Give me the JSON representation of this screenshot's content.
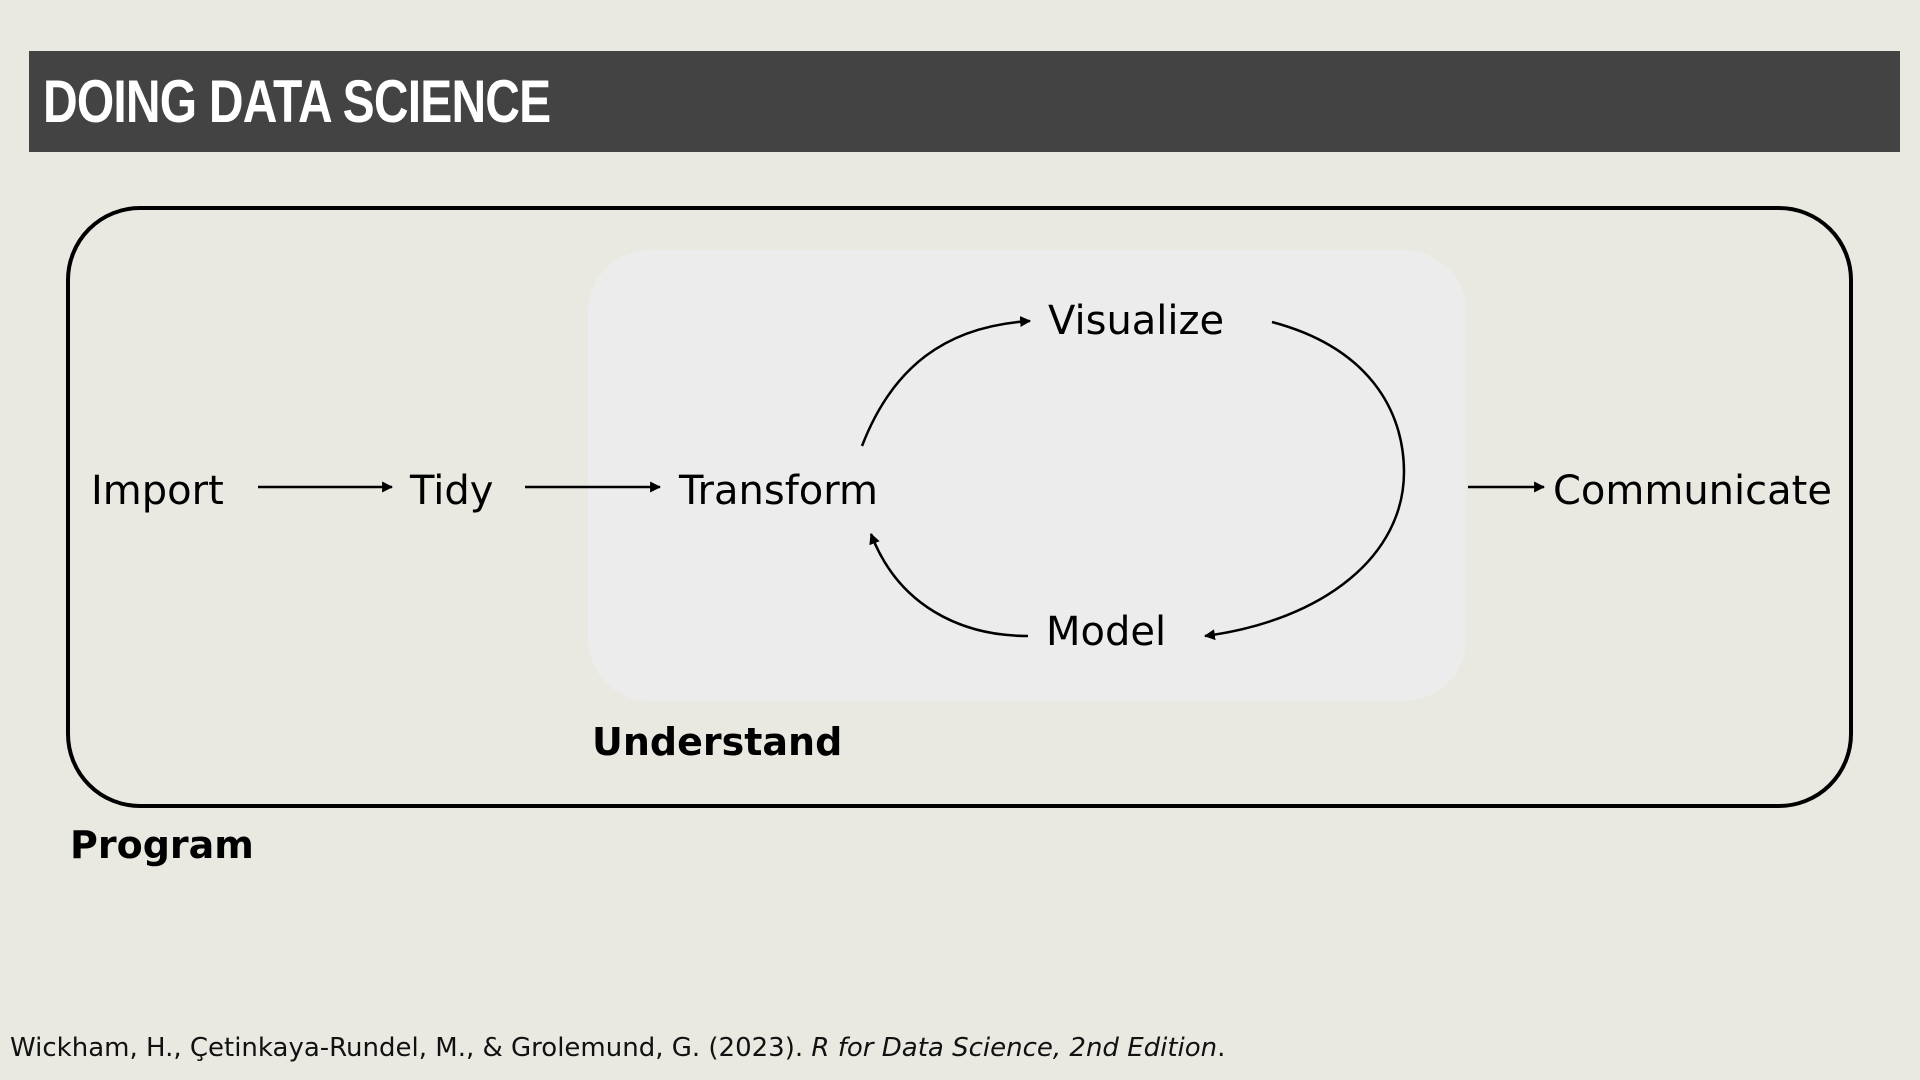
{
  "slide": {
    "title": "DOING DATA SCIENCE"
  },
  "diagram": {
    "nodes": {
      "import": "Import",
      "tidy": "Tidy",
      "transform": "Transform",
      "visualize": "Visualize",
      "model": "Model",
      "communicate": "Communicate"
    },
    "groups": {
      "understand": "Understand",
      "program": "Program"
    }
  },
  "citation": {
    "authors": "Wickham, H., Çetinkaya-Rundel, M., & Grolemund, G. (2023). ",
    "title": "R for Data Science, 2nd Edition",
    "end": "."
  },
  "colors": {
    "background": "#e9e8e1",
    "title_bar": "#434343",
    "understand_panel": "#ececec",
    "ink": "#000000"
  }
}
